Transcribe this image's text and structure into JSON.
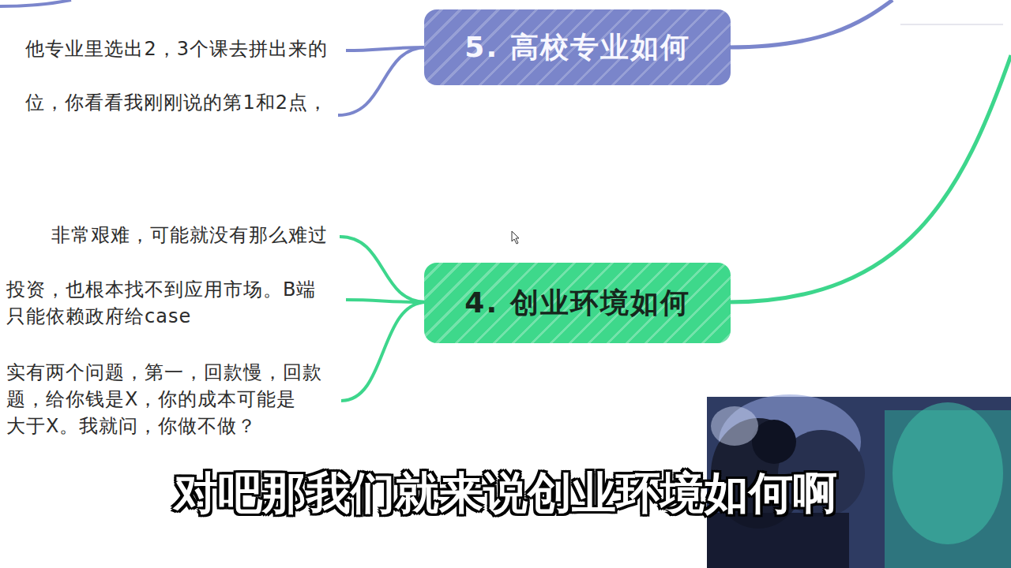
{
  "diagram": {
    "nodes": [
      {
        "text": [
          "5. 高校专业如何"
        ]
      },
      {
        "text": [
          "4. 创业环境如何"
        ]
      }
    ],
    "labels": [
      "他专业里选出2，3个课去拼出来的",
      "位，你看看我刚刚说的第1和2点，",
      "非常艰难，可能就没有那么难过",
      "投资，也根本找不到应用市场。B端 只能依赖政府给case",
      "实有两个问题，第一，回款慢，回款 题，给你钱是X，你的成本可能是 大于X。我就问，你做不做？",
      "对吧那我们就来说创业环境如何啊"
    ]
  }
}
